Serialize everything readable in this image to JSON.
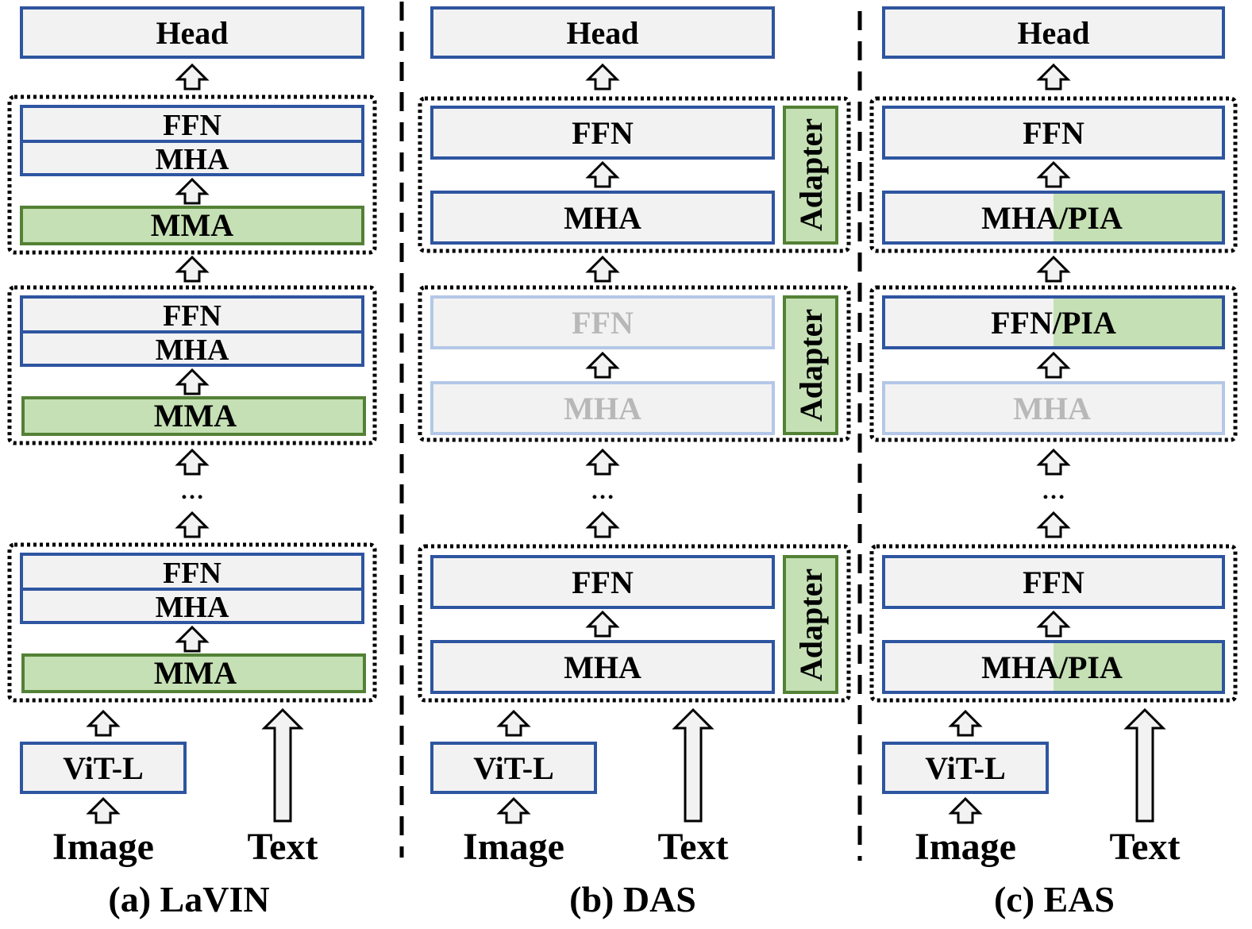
{
  "colors": {
    "box_fill": "#f2f2f2",
    "box_border": "#2e55a0",
    "faded_border": "#b4c7e7",
    "faded_text": "#b8b8b8",
    "green_fill": "#c5e0b4",
    "green_border": "#538135",
    "arrow_fill": "#f2f2f2",
    "divider": "#000000"
  },
  "panels": {
    "a": {
      "caption": "(a) LaVIN",
      "head": "Head",
      "blocks": [
        {
          "ffn": "FFN",
          "mha": "MHA",
          "adapter": "MMA"
        },
        {
          "ffn": "FFN",
          "mha": "MHA",
          "adapter": "MMA"
        },
        {
          "ffn": "FFN",
          "mha": "MHA",
          "adapter": "MMA"
        }
      ],
      "ellipsis": "…",
      "encoder": "ViT-L",
      "image_input": "Image",
      "text_input": "Text"
    },
    "b": {
      "caption": "(b) DAS",
      "head": "Head",
      "blocks": [
        {
          "ffn": "FFN",
          "mha": "MHA",
          "adapter": "Adapter",
          "skipped": false
        },
        {
          "ffn": "FFN",
          "mha": "MHA",
          "adapter": "Adapter",
          "skipped": true
        },
        {
          "ffn": "FFN",
          "mha": "MHA",
          "adapter": "Adapter",
          "skipped": false
        }
      ],
      "ellipsis": "…",
      "encoder": "ViT-L",
      "image_input": "Image",
      "text_input": "Text"
    },
    "c": {
      "caption": "(c) EAS",
      "head": "Head",
      "blocks": [
        {
          "ffn": "FFN",
          "mha": "MHA/PIA",
          "pia_on": "mha"
        },
        {
          "ffn": "FFN/PIA",
          "mha": "MHA",
          "pia_on": "ffn"
        },
        {
          "ffn": "FFN",
          "mha": "MHA/PIA",
          "pia_on": "mha"
        }
      ],
      "ellipsis": "…",
      "encoder": "ViT-L",
      "image_input": "Image",
      "text_input": "Text"
    }
  }
}
